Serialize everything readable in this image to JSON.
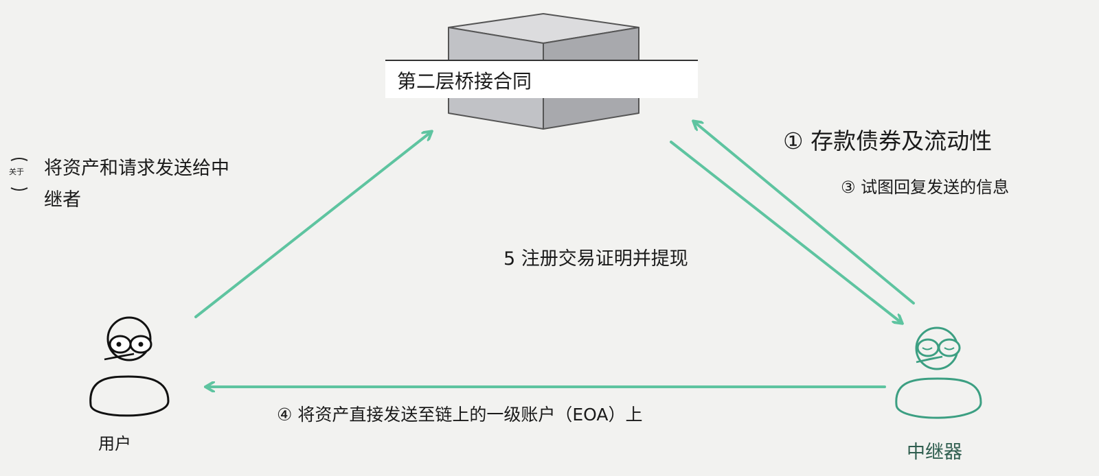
{
  "contract": {
    "label": "第二层桥接合同",
    "face_colors": {
      "top": "#dcdcde",
      "left": "#c1c2c6",
      "right": "#a8a9ad",
      "edge": "#555555"
    }
  },
  "actors": {
    "user": {
      "label": "用户",
      "color": "#111111"
    },
    "relayer": {
      "label": "中继器",
      "color": "#3c9f82",
      "label_color": "#2f5e4f"
    }
  },
  "arrow_color": "#5ec4a0",
  "about_badge": "关于",
  "steps": {
    "send_to_relayer": {
      "text_line1": "将资产和请求发送给中",
      "text_line2": "继者"
    },
    "deposit": "① 存款债券及流动性",
    "reply": "③ 试图回复发送的信息",
    "register": "5 注册交易证明并提现",
    "send_direct": "④ 将资产直接发送至链上的一级账户（EOA）上"
  }
}
